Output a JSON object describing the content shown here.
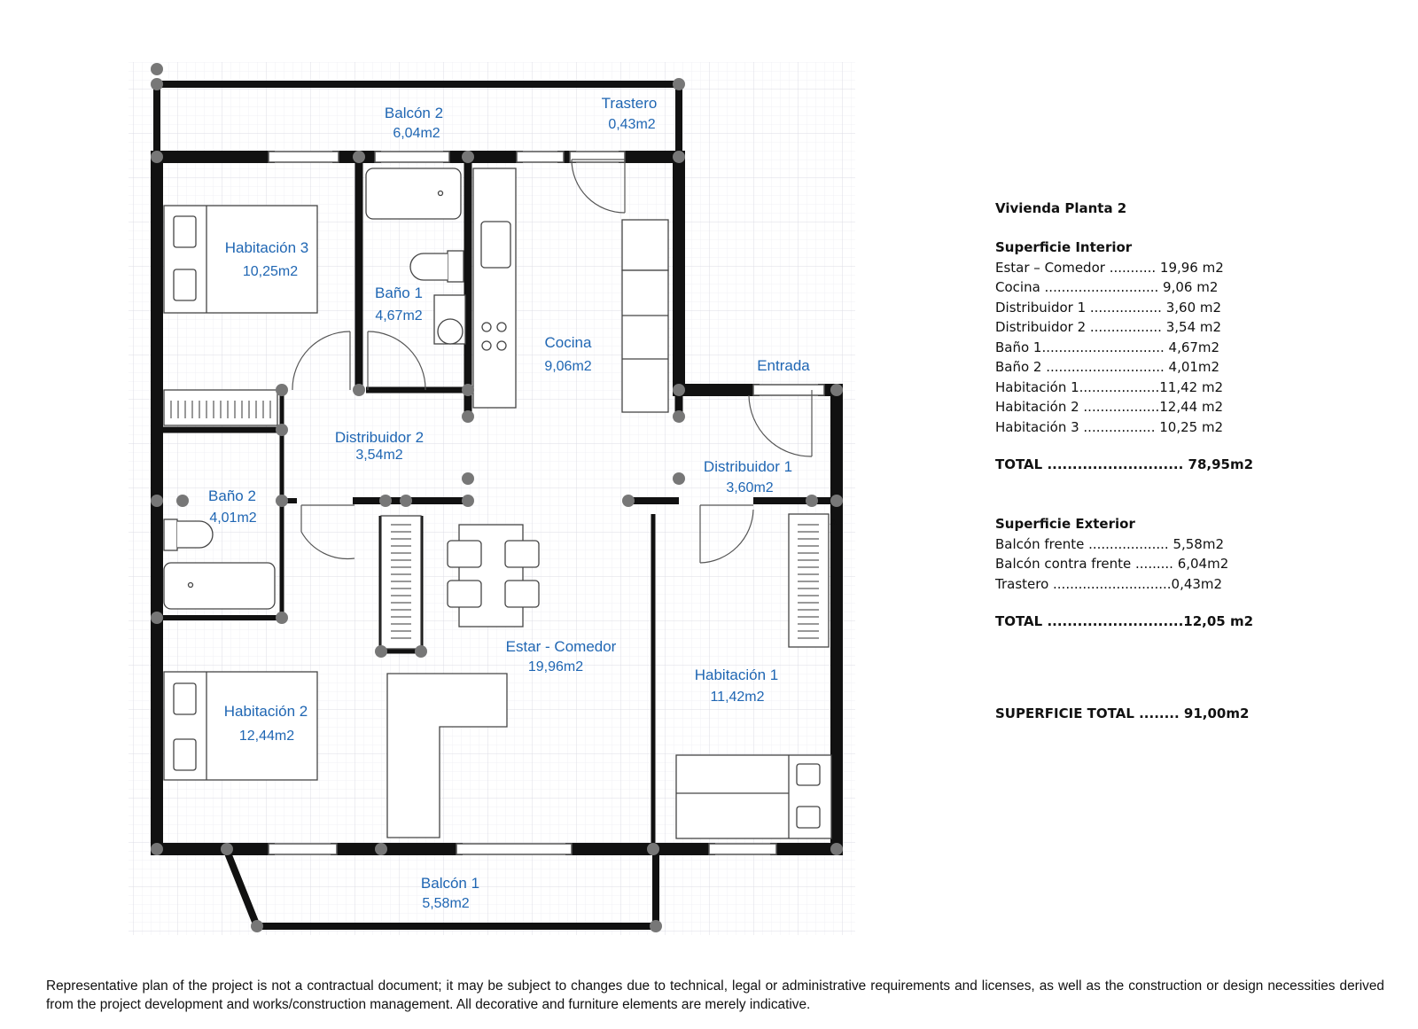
{
  "plan": {
    "rooms": [
      {
        "id": "balcon-2",
        "name": "Balcón 2",
        "area": "6,04m2"
      },
      {
        "id": "trastero",
        "name": "Trastero",
        "area": "0,43m2"
      },
      {
        "id": "habitacion-3",
        "name": "Habitación 3",
        "area": "10,25m2"
      },
      {
        "id": "bano-1",
        "name": "Baño 1",
        "area": "4,67m2"
      },
      {
        "id": "cocina",
        "name": "Cocina",
        "area": "9,06m2"
      },
      {
        "id": "entrada",
        "name": "Entrada",
        "area": ""
      },
      {
        "id": "distribuidor-2",
        "name": "Distribuidor 2",
        "area": "3,54m2"
      },
      {
        "id": "distribuidor-1",
        "name": "Distribuidor 1",
        "area": "3,60m2"
      },
      {
        "id": "bano-2",
        "name": "Baño 2",
        "area": "4,01m2"
      },
      {
        "id": "estar-comedor",
        "name": "Estar - Comedor",
        "area": "19,96m2"
      },
      {
        "id": "habitacion-1",
        "name": "Habitación 1",
        "area": "11,42m2"
      },
      {
        "id": "habitacion-2",
        "name": "Habitación 2",
        "area": "12,44m2"
      },
      {
        "id": "balcon-1",
        "name": "Balcón 1",
        "area": "5,58m2"
      }
    ],
    "marker": "A",
    "colors": {
      "labels": "#1f66b3",
      "walls": "#111111",
      "grid": "#e6e6ee",
      "nodes": "#777777"
    }
  },
  "legend": {
    "title": "Vivienda Planta 2",
    "interior": {
      "heading": "Superficie Interior",
      "rows": [
        "Estar – Comedor ........... 19,96 m2",
        "Cocina ........................... 9,06 m2",
        "Distribuidor 1 ................. 3,60 m2",
        "Distribuidor 2 ................. 3,54 m2",
        "Baño 1............................. 4,67m2",
        "Baño 2 ............................ 4,01m2",
        "Habitación 1...................11,42 m2",
        "Habitación 2 ..................12,44 m2",
        "Habitación 3 ................. 10,25 m2"
      ],
      "total": "TOTAL ........................... 78,95m2"
    },
    "exterior": {
      "heading": "Superficie Exterior",
      "rows": [
        "Balcón frente ................... 5,58m2",
        "Balcón contra frente ......... 6,04m2",
        "Trastero ............................0,43m2"
      ],
      "total": "TOTAL ...........................12,05 m2"
    },
    "grand_total": "SUPERFICIE TOTAL ........ 91,00m2"
  },
  "disclaimer": "Representative plan of the project is not a contractual document; it may be subject to changes due to technical, legal or administrative requirements and licenses, as well as the construction or design necessities derived from the project development and works/construction management. All decorative and furniture elements are merely indicative."
}
